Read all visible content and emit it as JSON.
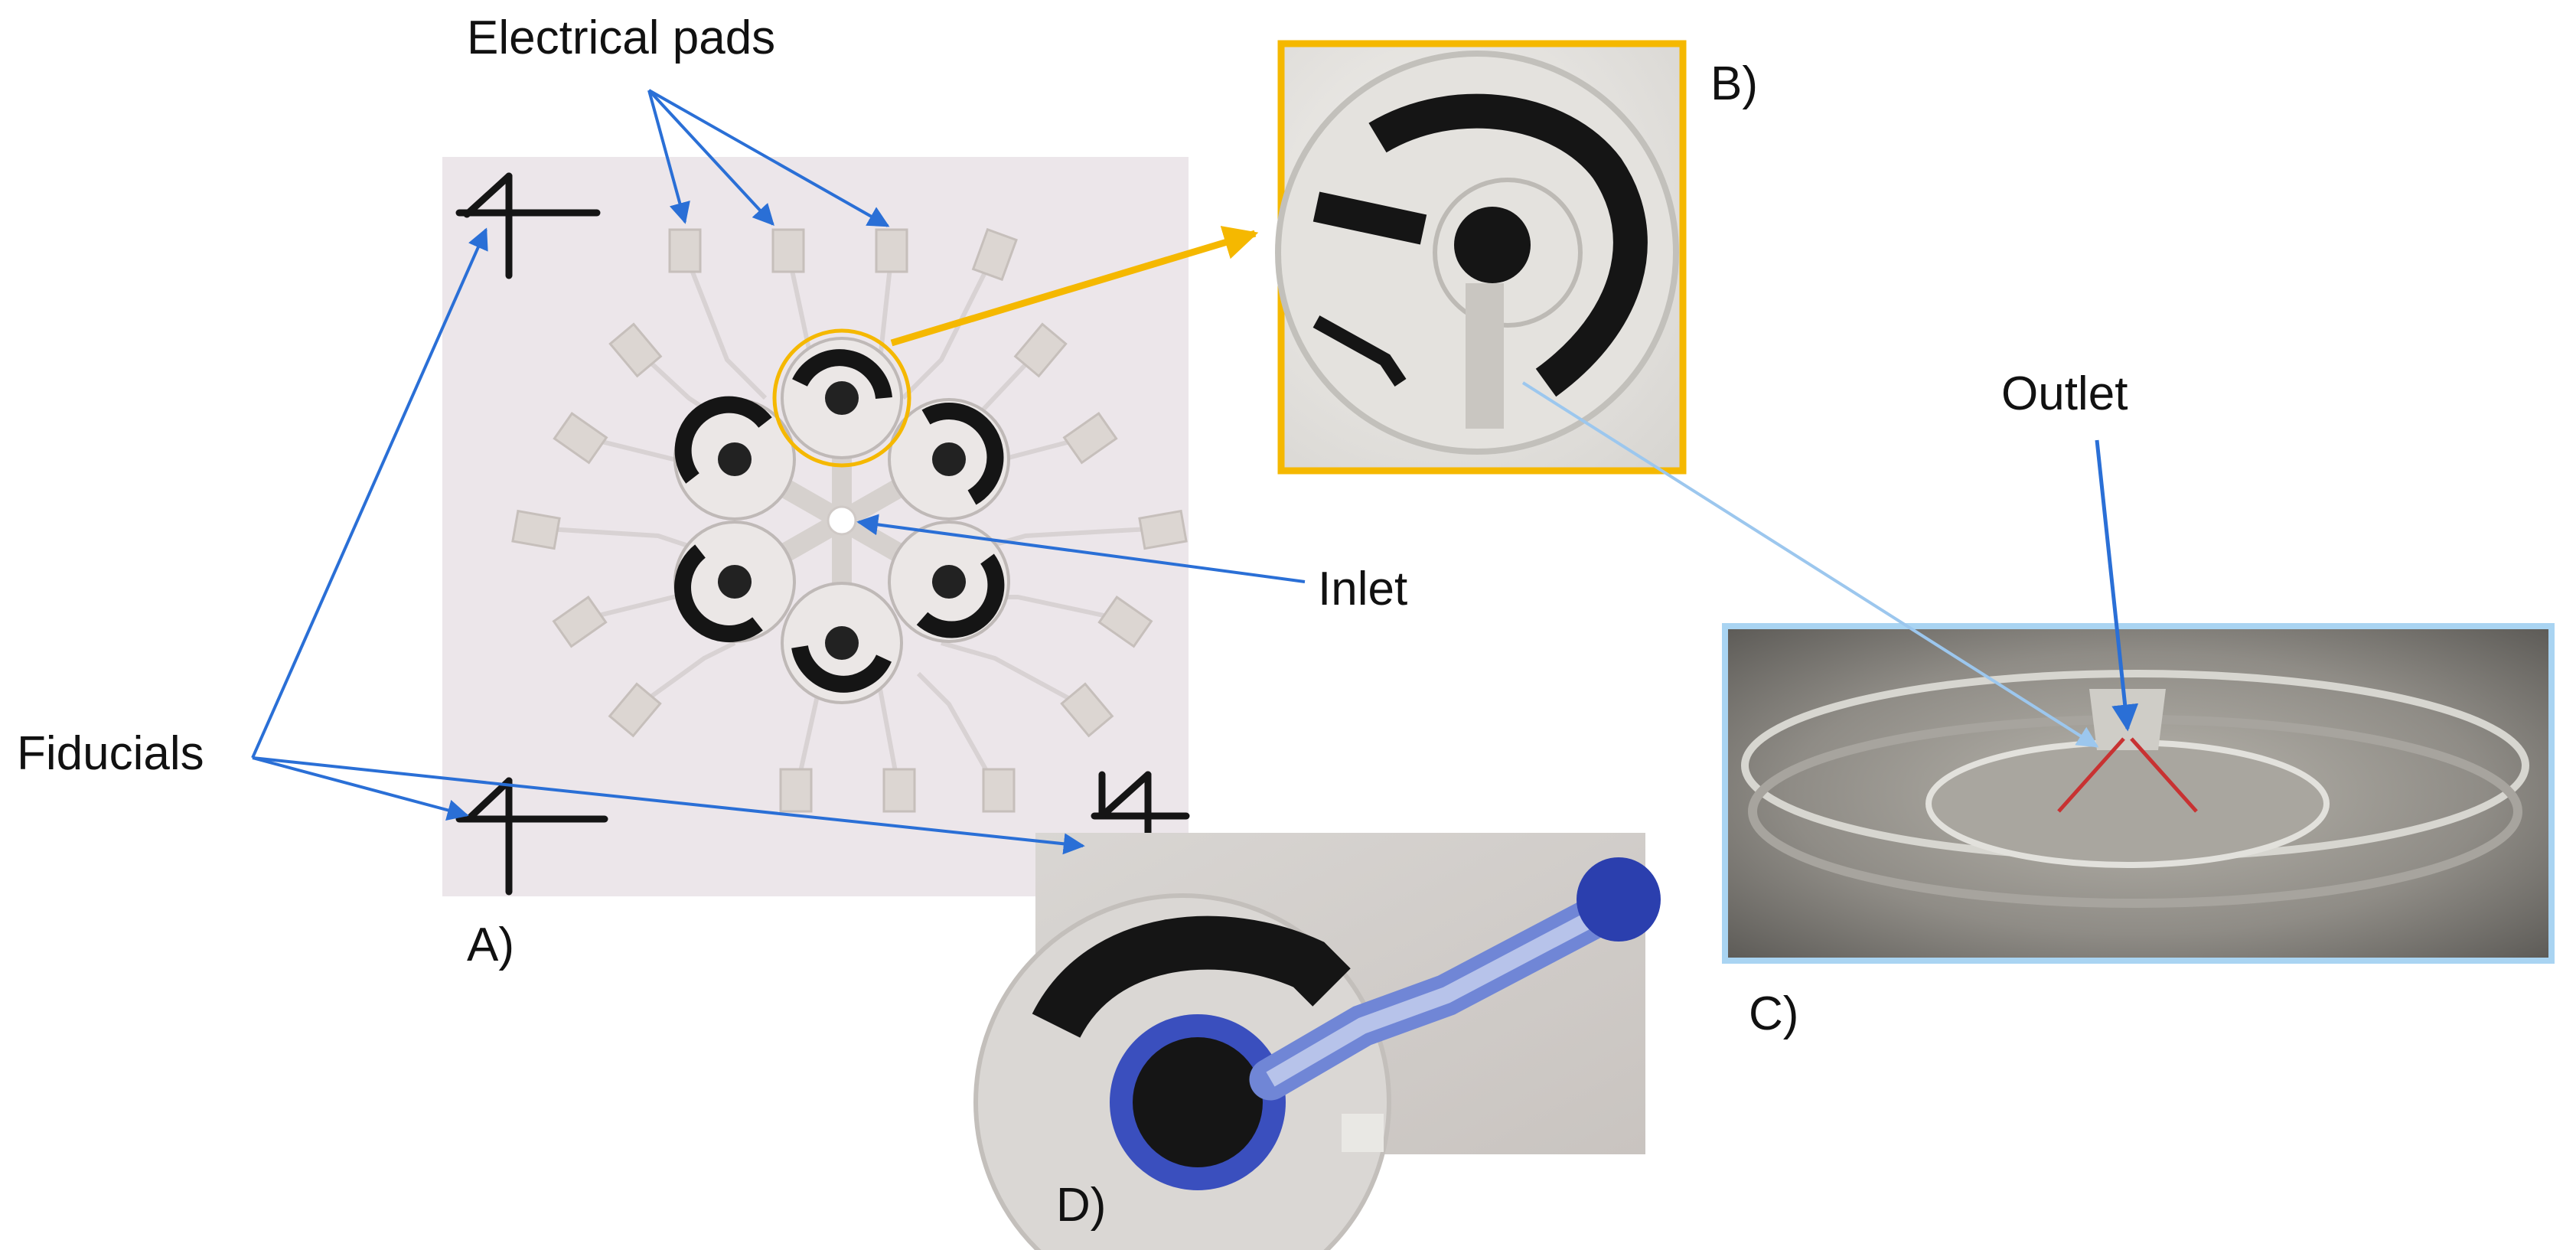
{
  "labels": {
    "electrical_pads": "Electrical pads",
    "fiducials": "Fiducials",
    "inlet": "Inlet",
    "outlet": "Outlet"
  },
  "panels": {
    "a": "A)",
    "b": "B)",
    "c": "C)",
    "d": "D)"
  },
  "colors": {
    "arrow_blue": "#2a6fd6",
    "arrow_light_blue": "#9cc7ee",
    "highlight_orange": "#f5b800",
    "panel_c_border": "#a9d4f2",
    "electrode_black": "#151515",
    "chip_white": "#ece6ea",
    "fluid_blue": "#2b3fae",
    "wall_red": "#c83232"
  }
}
